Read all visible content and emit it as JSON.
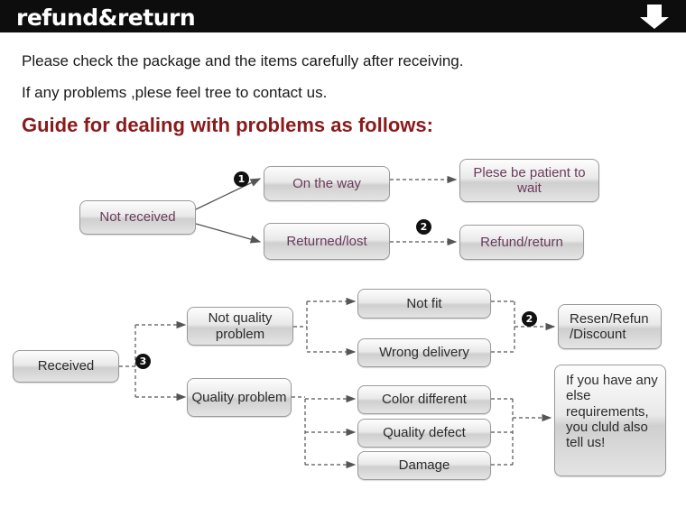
{
  "header": {
    "title": "refund&return",
    "arrow_icon": "down-arrow-icon"
  },
  "intro": {
    "line1": "Please check the package and the items carefully after receiving.",
    "line2": "If any problems ,plese feel tree to contact us.",
    "guide_heading": "Guide for dealing with problems as follows:"
  },
  "colors": {
    "header_bg": "#0d0d0d",
    "heading_red": "#8b1a1a",
    "box_border": "#9a9a9a",
    "box_text_plum": "#6b3a5b",
    "text_dark": "#1a1a1a"
  },
  "flow_top": {
    "start": "Not received",
    "branches": [
      {
        "label": "On the way",
        "result": "Plese be patient to wait",
        "marker": "1"
      },
      {
        "label": "Returned/lost",
        "result": "Refund/return",
        "marker": "2"
      }
    ]
  },
  "flow_bottom": {
    "start": "Received",
    "marker": "3",
    "categories": [
      {
        "label": "Not quality problem",
        "items": [
          "Not fit",
          "Wrong delivery"
        ]
      },
      {
        "label": "Quality problem",
        "items": [
          "Color different",
          "Quality defect",
          "Damage"
        ]
      }
    ],
    "results": [
      {
        "text": "Resen/Refun /Discount",
        "marker": "2"
      },
      {
        "text": "If you have any else requirements, you cluld also tell us!",
        "marker": ""
      }
    ]
  }
}
